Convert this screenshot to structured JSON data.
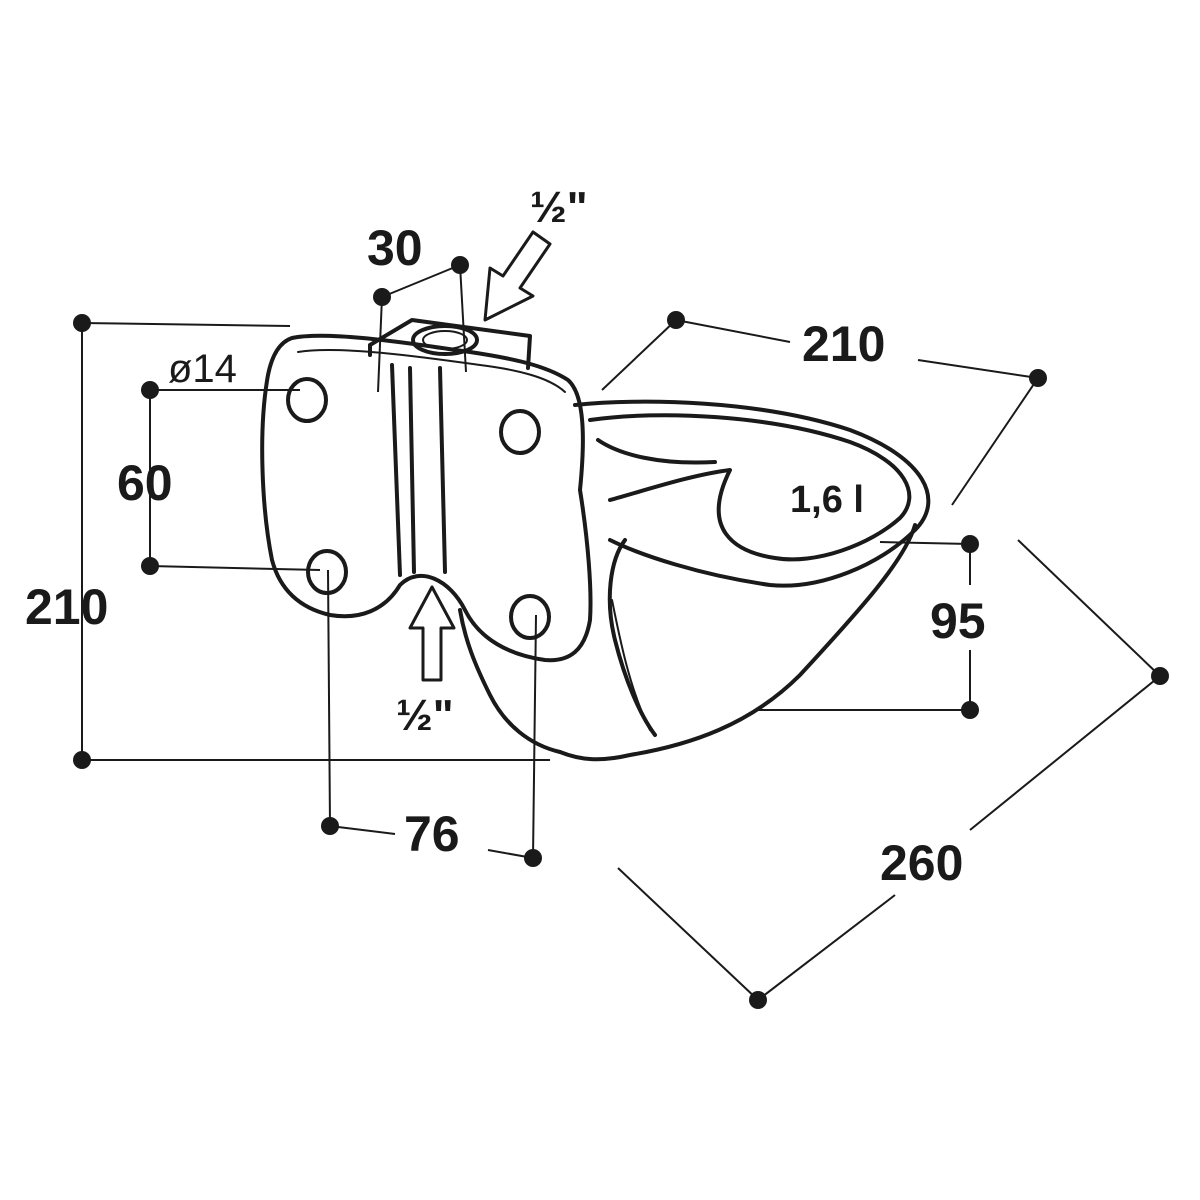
{
  "diagram": {
    "labels": {
      "height_total": "210",
      "width_top": "210",
      "depth": "260",
      "bolt_spacing_vertical": "60",
      "bolt_spacing_horizontal": "76",
      "inlet_width": "30",
      "hole_diameter": "ø14",
      "bowl_height": "95",
      "capacity": "1,6 l",
      "thread_top": "½\"",
      "thread_bottom": "½\""
    },
    "colors": {
      "line": "#1a1a1a",
      "background": "#ffffff"
    }
  }
}
